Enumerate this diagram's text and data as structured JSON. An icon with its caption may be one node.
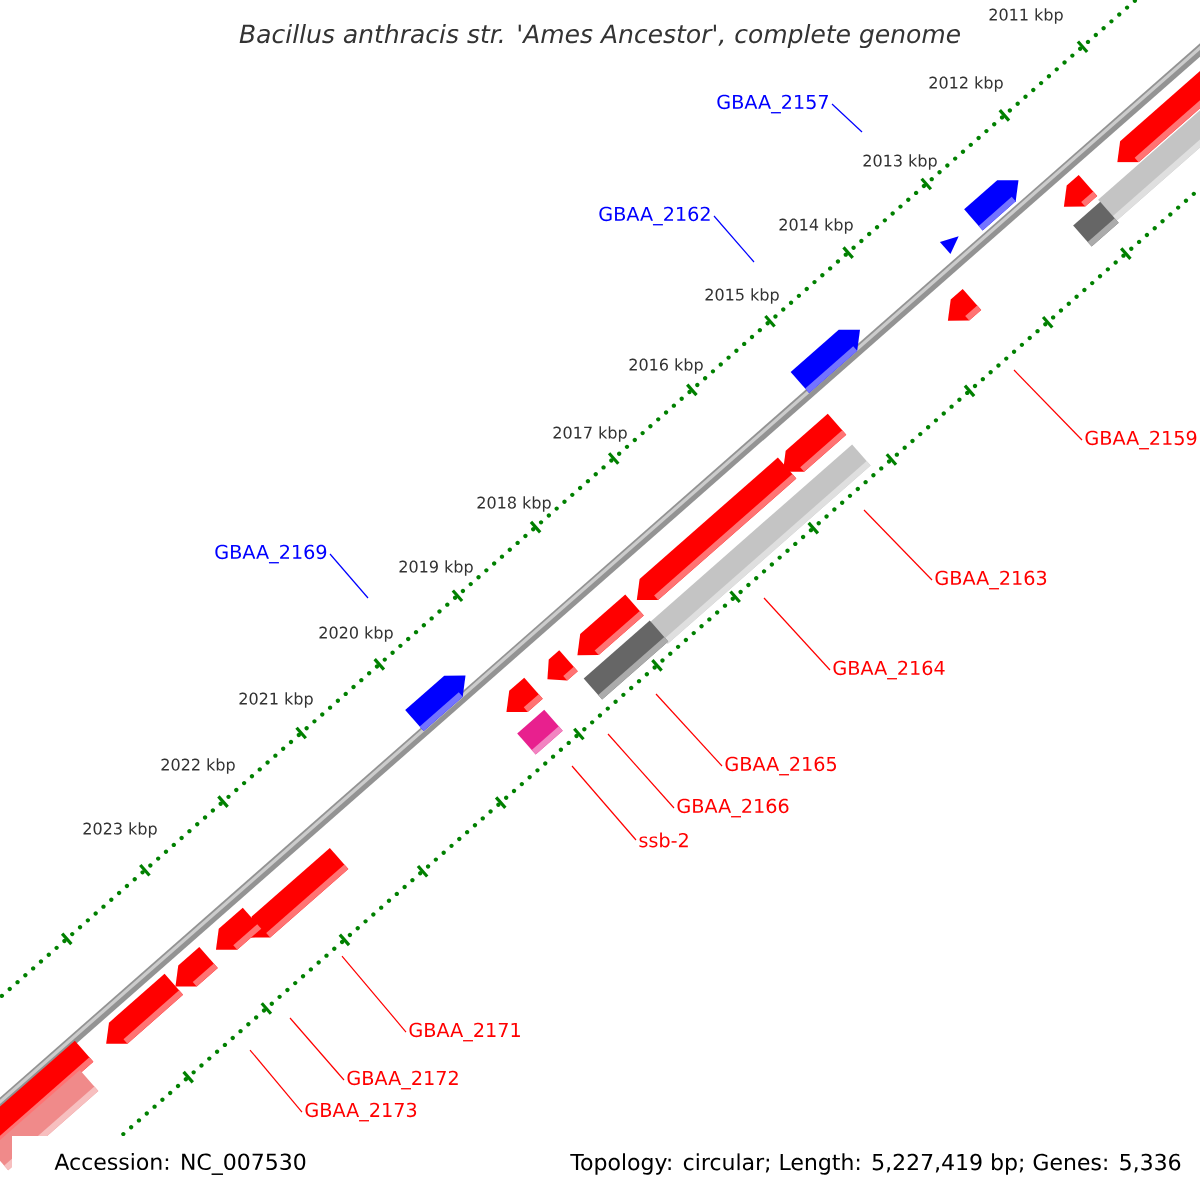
{
  "diagram": {
    "title": "Bacillus anthracis str. 'Ames Ancestor', complete genome",
    "nodes": [
      {
        "text": [
          "GBAA_2157"
        ]
      },
      {
        "text": [
          "GBAA_2162"
        ]
      },
      {
        "text": [
          "GBAA_2159"
        ]
      },
      {
        "text": [
          "GBAA_2169"
        ]
      },
      {
        "text": [
          "GBAA_2163"
        ]
      },
      {
        "text": [
          "GBAA_2164"
        ]
      },
      {
        "text": [
          "GBAA_2165"
        ]
      },
      {
        "text": [
          "GBAA_2166"
        ]
      },
      {
        "text": [
          "ssb-2"
        ]
      },
      {
        "text": [
          "GBAA_2171"
        ]
      },
      {
        "text": [
          "GBAA_2172"
        ]
      },
      {
        "text": [
          "GBAA_2173"
        ]
      }
    ],
    "edges": [
      {
        "from": 0,
        "to": null,
        "arrow": "none",
        "color": "#0000ff"
      },
      {
        "from": 1,
        "to": null,
        "arrow": "none",
        "color": "#0000ff"
      },
      {
        "from": 2,
        "to": null,
        "arrow": "none"
      },
      {
        "from": 3,
        "to": null,
        "arrow": "none",
        "color": "#0000ff"
      },
      {
        "from": 4,
        "to": null,
        "arrow": "none"
      },
      {
        "from": 5,
        "to": null,
        "arrow": "none"
      },
      {
        "from": 6,
        "to": null,
        "arrow": "none"
      },
      {
        "from": 7,
        "to": null,
        "arrow": "none"
      },
      {
        "from": 8,
        "to": null,
        "arrow": "none"
      },
      {
        "from": 9,
        "to": null,
        "arrow": "none"
      },
      {
        "from": 10,
        "to": null,
        "arrow": "none"
      },
      {
        "from": 11,
        "to": null,
        "arrow": "none"
      }
    ],
    "labels": [
      "2011 kbp",
      "2012 kbp",
      "2013 kbp",
      "2014 kbp",
      "2015 kbp",
      "2016 kbp",
      "2017 kbp",
      "2018 kbp",
      "2019 kbp",
      "2020 kbp",
      "2021 kbp",
      "2022 kbp",
      "2023 kbp",
      "Accession: NC_007530",
      "Topology: circular; Length: 5,227,419 bp; Genes: 5,336"
    ]
  }
}
